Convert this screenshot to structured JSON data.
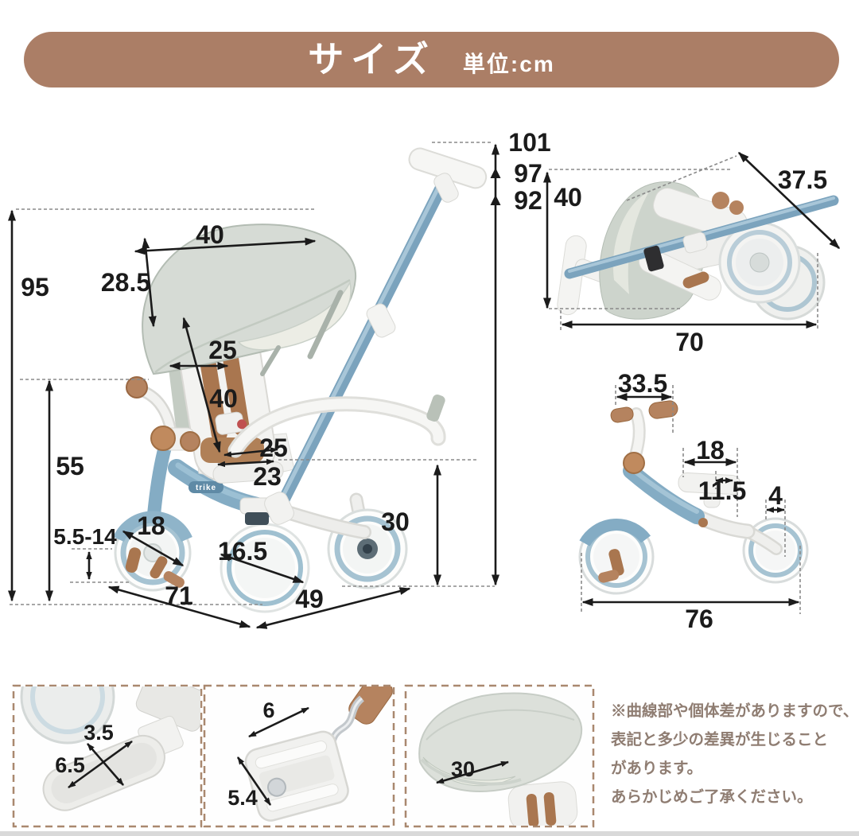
{
  "banner": {
    "title": "サイズ",
    "unit": "単位:cm"
  },
  "brand_logo": "trike",
  "palette": {
    "banner_bg": "#ab7e66",
    "frame_blue": "#84acc4",
    "accent_brown": "#b5835f",
    "canopy_gray": "#d6dbd5",
    "wheel_ring_blue": "#a6c3d2",
    "note_text": "#8f7d72",
    "dashed_border": "#a9886f"
  },
  "trike": {
    "dims": {
      "height_total": "101",
      "height_handle_mid": "97",
      "height_handle_low": "92",
      "height_canopy": "95",
      "canopy_width": "40",
      "canopy_depth": "28.5",
      "backrest_width": "25",
      "backrest_length": "40",
      "seat_depth": "25",
      "seat_depth_inner": "23",
      "seat_height": "55",
      "footboard_range": "5.5-14",
      "front_wheel": "18",
      "center_wheel": "16.5",
      "base_front": "71",
      "base_rear": "49",
      "rear_wheel_height": "30"
    }
  },
  "folded": {
    "dims": {
      "diagonal_depth": "37.5",
      "height": "40",
      "length": "70"
    }
  },
  "balance_bike": {
    "dims": {
      "handle_width": "33.5",
      "seat_length": "18",
      "seat_slide": "11.5",
      "rear_width": "4",
      "total_length": "76"
    }
  },
  "details": {
    "footrest": {
      "width": "3.5",
      "length": "6.5"
    },
    "pedal": {
      "width": "6",
      "depth": "5.4"
    },
    "canopy": {
      "opening": "30"
    }
  },
  "note": {
    "lines": [
      "※曲線部や個体差がありますので、",
      "表記と多少の差異が生じること",
      "があります。",
      "あらかじめご了承ください。"
    ]
  }
}
